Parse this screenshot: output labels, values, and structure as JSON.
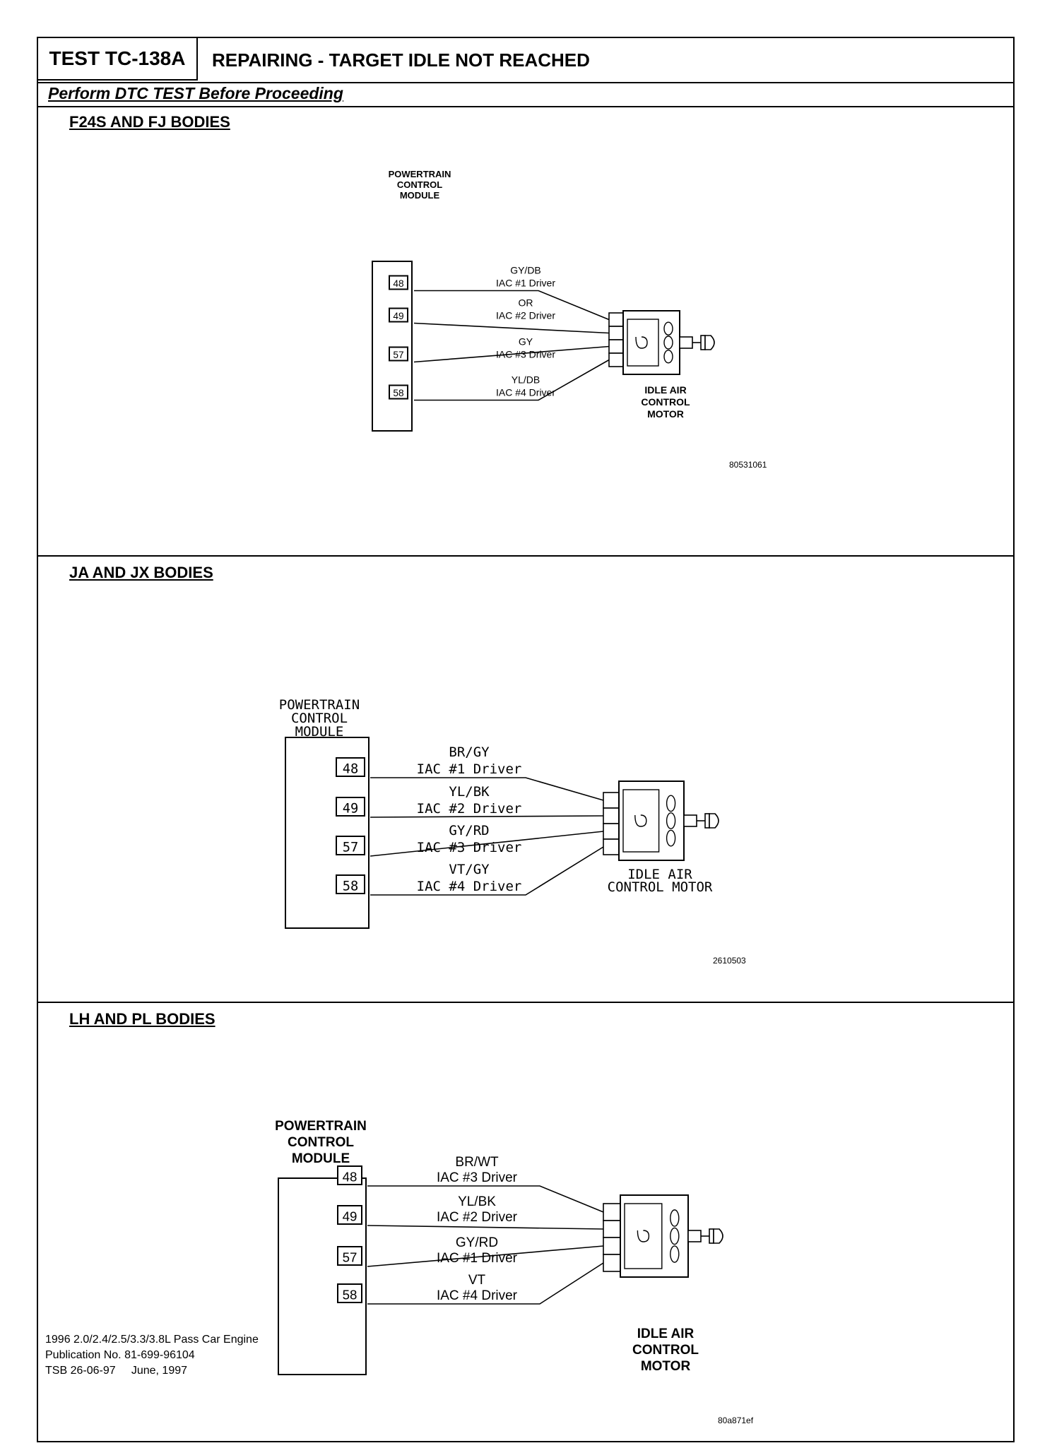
{
  "header": {
    "test_label": "TEST TC-138A",
    "title": "REPAIRING - TARGET IDLE NOT REACHED",
    "subheader": "Perform DTC TEST Before Proceeding"
  },
  "diagrams": [
    {
      "section_title": "F24S AND FJ BODIES",
      "pcm_label": [
        "POWERTRAIN",
        "CONTROL",
        "MODULE"
      ],
      "pins": [
        "48",
        "49",
        "57",
        "58"
      ],
      "wires": [
        {
          "color": "GY/DB",
          "desc": "IAC #1 Driver"
        },
        {
          "color": "OR",
          "desc": "IAC #2 Driver"
        },
        {
          "color": "GY",
          "desc": "IAC #3 Driver"
        },
        {
          "color": "YL/DB",
          "desc": "IAC #4 Driver"
        }
      ],
      "motor_label": [
        "IDLE AIR",
        "CONTROL",
        "MOTOR"
      ],
      "figure_id": "80531061"
    },
    {
      "section_title": "JA AND JX BODIES",
      "pcm_label": [
        "POWERTRAIN",
        "CONTROL",
        "MODULE"
      ],
      "pins": [
        "48",
        "49",
        "57",
        "58"
      ],
      "wires": [
        {
          "color": "BR/GY",
          "desc": "IAC #1 Driver"
        },
        {
          "color": "YL/BK",
          "desc": "IAC #2 Driver"
        },
        {
          "color": "GY/RD",
          "desc": "IAC #3 Driver"
        },
        {
          "color": "VT/GY",
          "desc": "IAC #4 Driver"
        }
      ],
      "motor_label": [
        "IDLE AIR",
        "CONTROL MOTOR"
      ],
      "figure_id": "2610503"
    },
    {
      "section_title": "LH AND PL BODIES",
      "pcm_label": [
        "POWERTRAIN",
        "CONTROL",
        "MODULE"
      ],
      "pins": [
        "48",
        "49",
        "57",
        "58"
      ],
      "wires": [
        {
          "color": "BR/WT",
          "desc": "IAC #3 Driver"
        },
        {
          "color": "YL/BK",
          "desc": "IAC #2 Driver"
        },
        {
          "color": "GY/RD",
          "desc": "IAC #1 Driver"
        },
        {
          "color": "VT",
          "desc": "IAC #4 Driver"
        }
      ],
      "motor_label": [
        "IDLE AIR",
        "CONTROL",
        "MOTOR"
      ],
      "figure_id": "80a871ef"
    }
  ],
  "footer": {
    "line1": "1996 2.0/2.4/2.5/3.3/3.8L Pass Car Engine",
    "line2": "Publication No. 81-699-96104",
    "line3": "TSB 26-06-97     June, 1997"
  }
}
